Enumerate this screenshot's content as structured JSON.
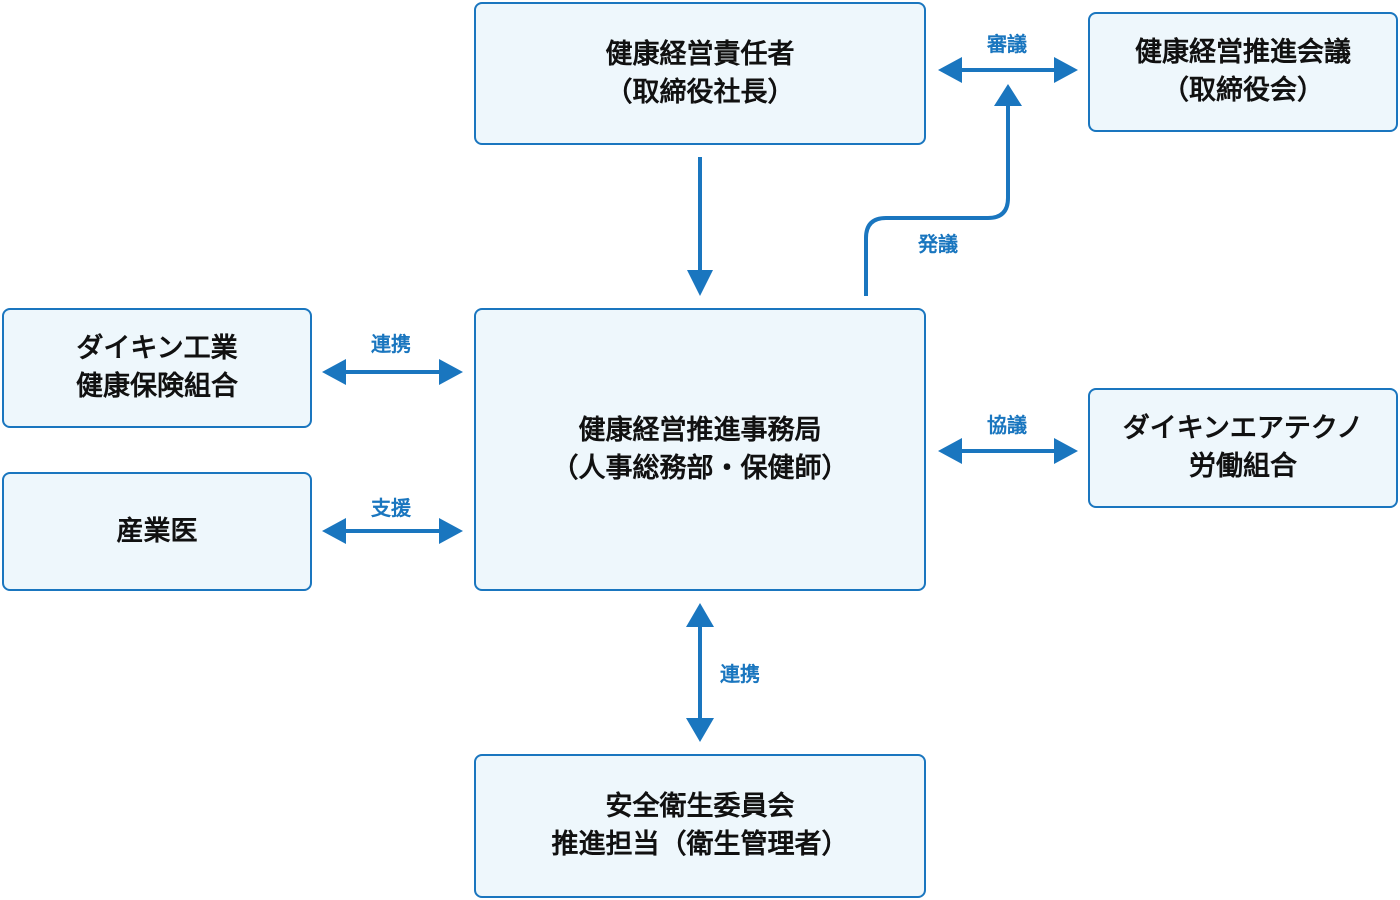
{
  "colors": {
    "accent": "#1a76bf",
    "box_fill": "#eef7fc",
    "text": "#111111"
  },
  "nodes": {
    "responsible": {
      "lines": [
        "健康経営責任者",
        "（取締役社長）"
      ]
    },
    "council": {
      "lines": [
        "健康経営推進会議",
        "（取締役会）"
      ]
    },
    "secretariat": {
      "lines": [
        "健康経営推進事務局",
        "（人事総務部・保健師）"
      ]
    },
    "insurance": {
      "lines": [
        "ダイキン工業",
        "健康保険組合"
      ]
    },
    "doctor": {
      "lines": [
        "産業医"
      ]
    },
    "union": {
      "lines": [
        "ダイキンエアテクノ",
        "労働組合"
      ]
    },
    "safety": {
      "lines": [
        "安全衛生委員会",
        "推進担当（衛生管理者）"
      ]
    }
  },
  "edges": {
    "deliberation": {
      "label": "審議"
    },
    "proposal": {
      "label": "発議"
    },
    "cooperation_insurance": {
      "label": "連携"
    },
    "support_doctor": {
      "label": "支援"
    },
    "consultation_union": {
      "label": "協議"
    },
    "cooperation_safety": {
      "label": "連携"
    }
  }
}
